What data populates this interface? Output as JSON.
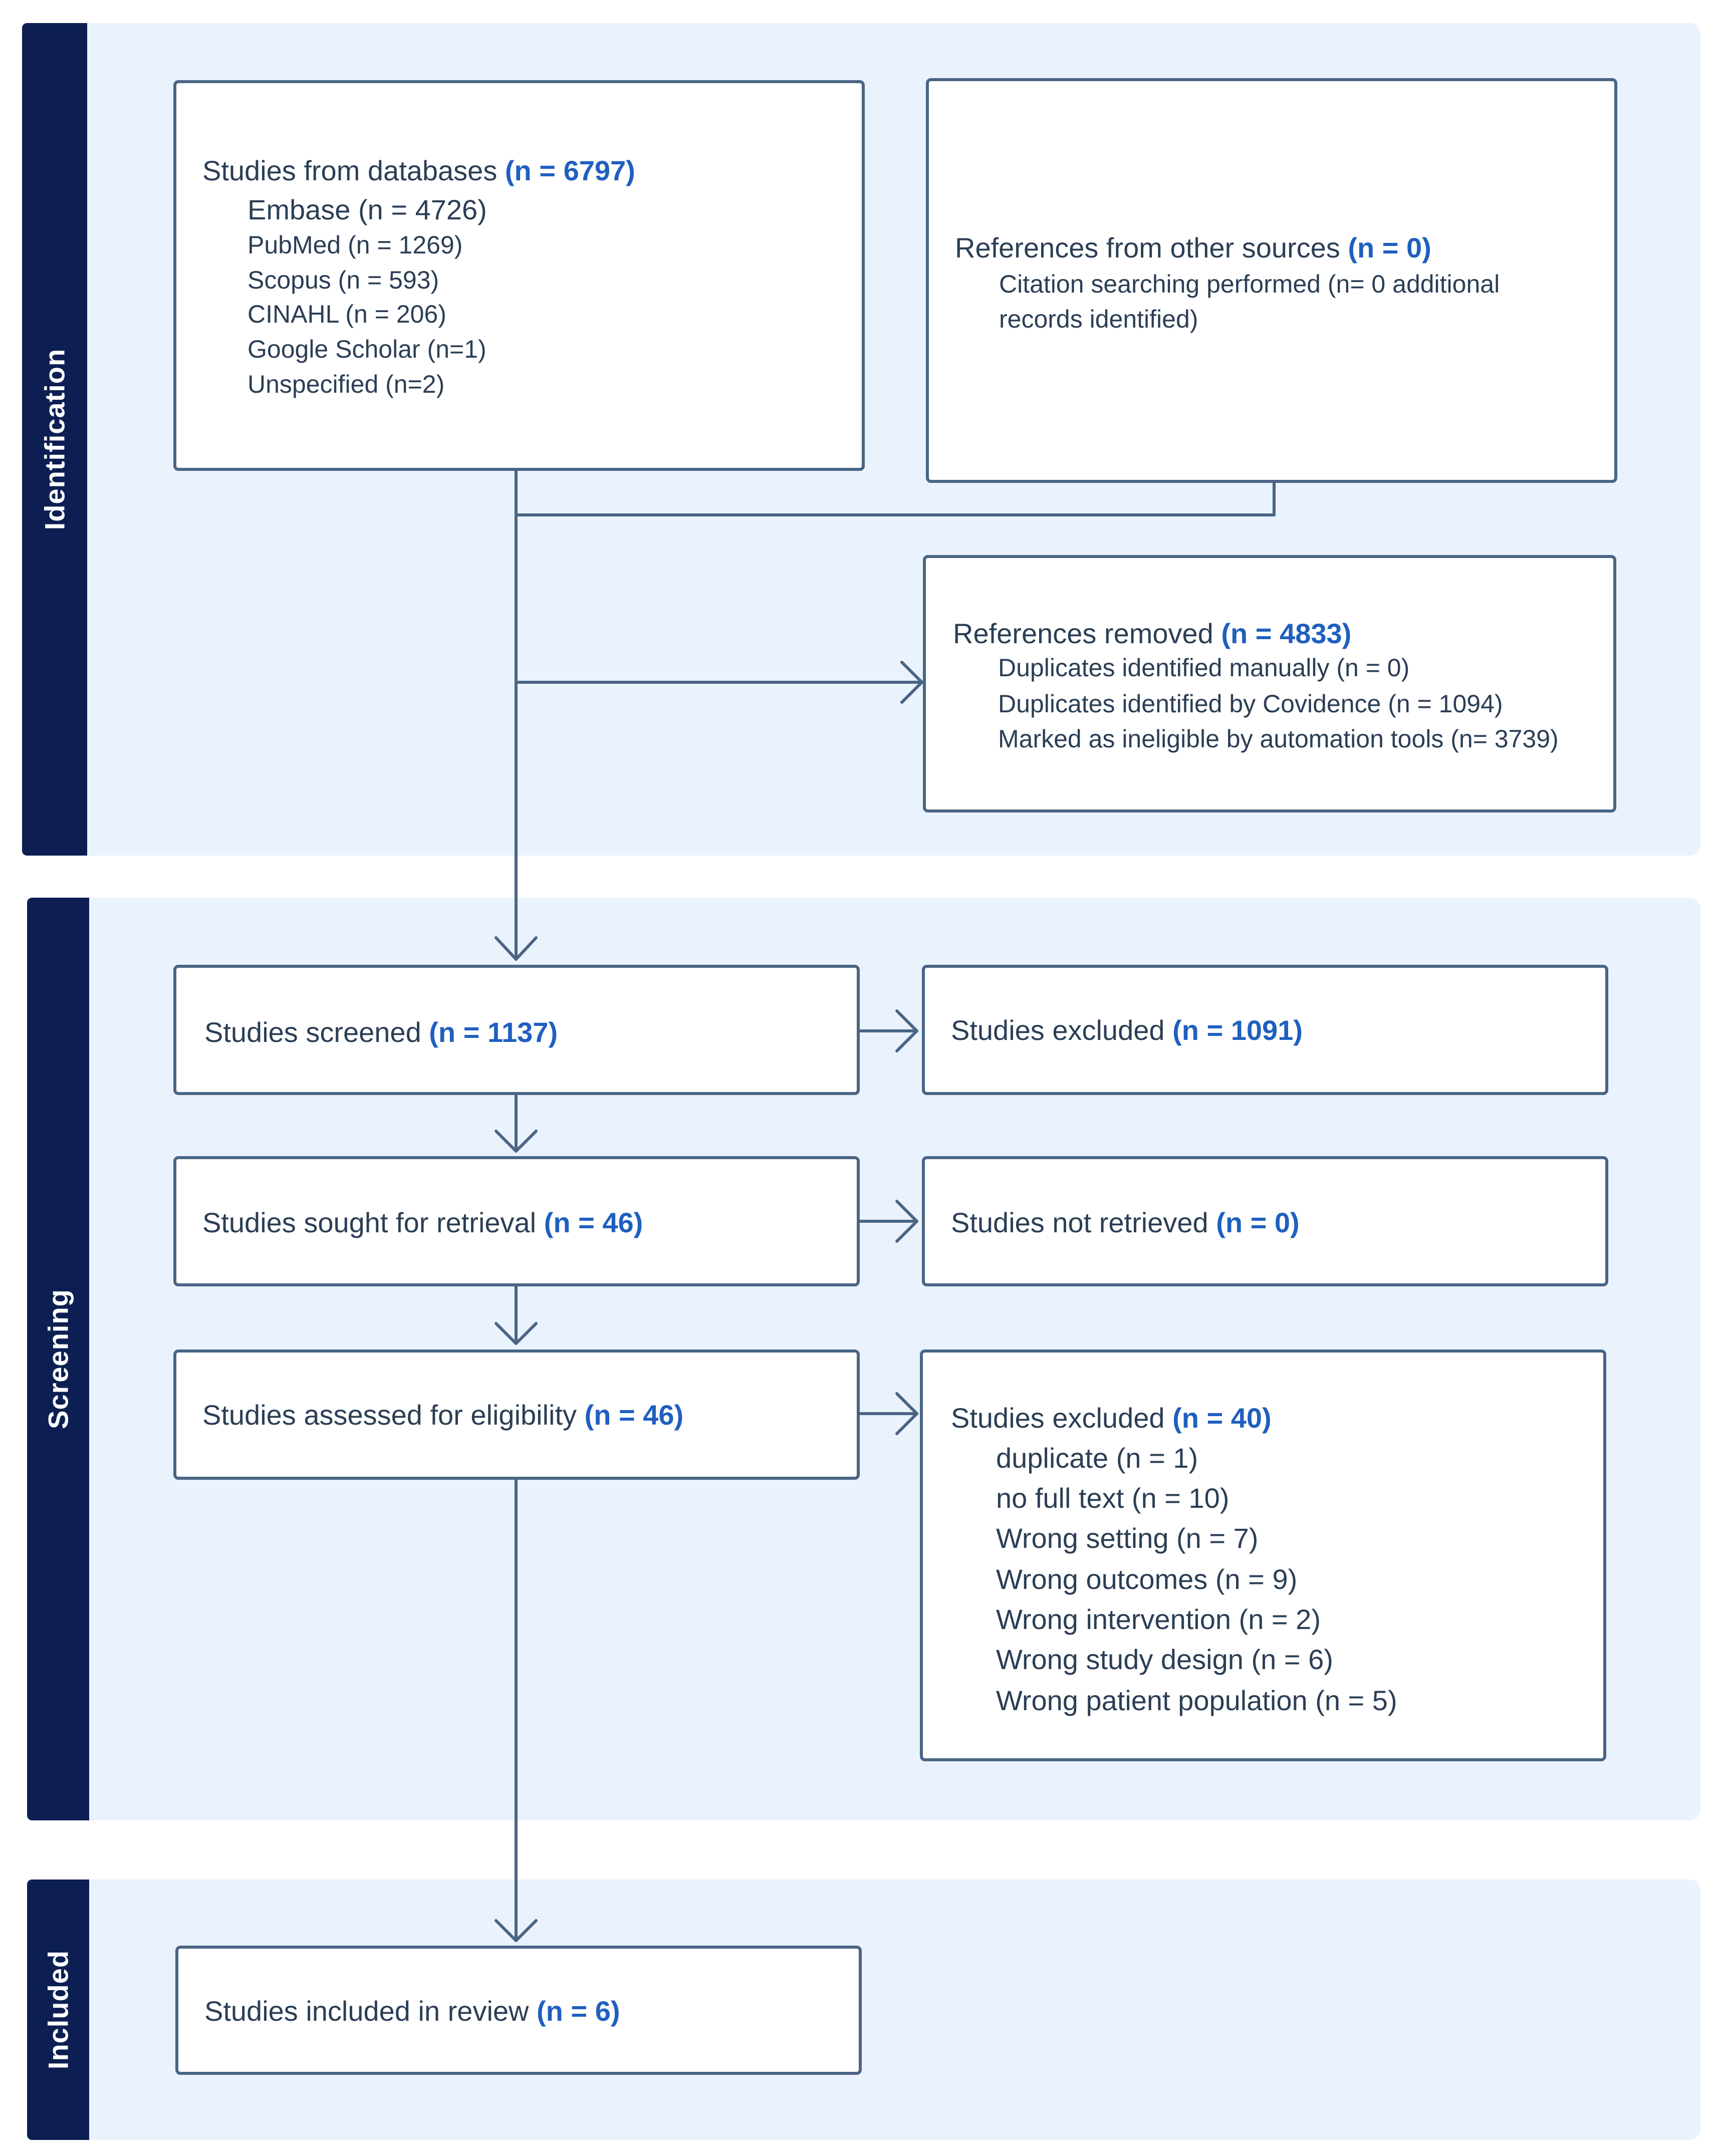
{
  "stages": {
    "identification": "Identification",
    "screening": "Screening",
    "included": "Included"
  },
  "databases": {
    "label": "Studies from databases ",
    "n": "(n = 6797)",
    "items": [
      "Embase (n = 4726)",
      "PubMed (n = 1269)",
      "Scopus (n = 593)",
      "CINAHL (n = 206)",
      "Google Scholar (n=1)",
      "Unspecified (n=2)"
    ]
  },
  "other_sources": {
    "label": "References from other sources ",
    "n": "(n = 0)",
    "items": [
      "Citation searching performed (n= 0 additional",
      "records identified)"
    ]
  },
  "removed": {
    "label": "References removed ",
    "n": "(n = 4833)",
    "items": [
      "Duplicates identified manually (n = 0)",
      "Duplicates identified by Covidence (n = 1094)",
      "Marked as ineligible by automation tools (n= 3739)"
    ]
  },
  "screened": {
    "label": "Studies screened ",
    "n": "(n = 1137)"
  },
  "screened_excluded": {
    "label": "Studies excluded ",
    "n": "(n = 1091)"
  },
  "retrieval": {
    "label": "Studies sought for retrieval ",
    "n": "(n = 46)"
  },
  "not_retrieved": {
    "label": "Studies not retrieved ",
    "n": "(n = 0)"
  },
  "eligibility": {
    "label": "Studies assessed for eligibility ",
    "n": "(n = 46)"
  },
  "eligibility_excluded": {
    "label": "Studies excluded ",
    "n": "(n = 40)",
    "items": [
      "duplicate (n = 1)",
      "no full text (n = 10)",
      "Wrong setting (n = 7)",
      "Wrong outcomes (n = 9)",
      "Wrong intervention (n = 2)",
      "Wrong study design (n = 6)",
      "Wrong patient population (n = 5)"
    ]
  },
  "included": {
    "label": "Studies included in review ",
    "n": "(n = 6)"
  }
}
